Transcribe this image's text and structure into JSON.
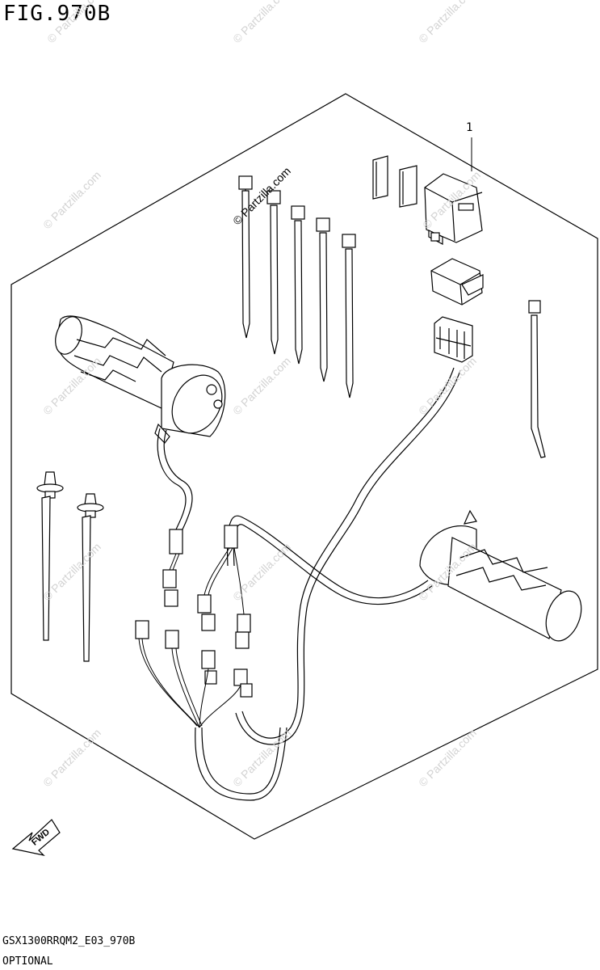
{
  "figure": {
    "title": "FIG.970B",
    "callout_number": "1",
    "reference_code": "GSX1300RRQM2_E03_970B",
    "caption": "OPTIONAL",
    "fwd_label": "FWD"
  },
  "watermark": {
    "text": "© Partzilla.com",
    "color": "#d3d3d3"
  },
  "parts": [
    {
      "name": "grip-heater-left",
      "type": "heated-grip"
    },
    {
      "name": "grip-heater-right",
      "type": "heated-grip"
    },
    {
      "name": "wire-harness",
      "type": "harness"
    },
    {
      "name": "switch-unit",
      "type": "controller"
    },
    {
      "name": "connector-cover",
      "type": "cover"
    },
    {
      "name": "cable-ties",
      "type": "clamp",
      "count": 6
    },
    {
      "name": "clamp-bolts",
      "type": "clamp",
      "count": 2
    },
    {
      "name": "double-sided-tape",
      "type": "pad",
      "count": 2
    }
  ]
}
